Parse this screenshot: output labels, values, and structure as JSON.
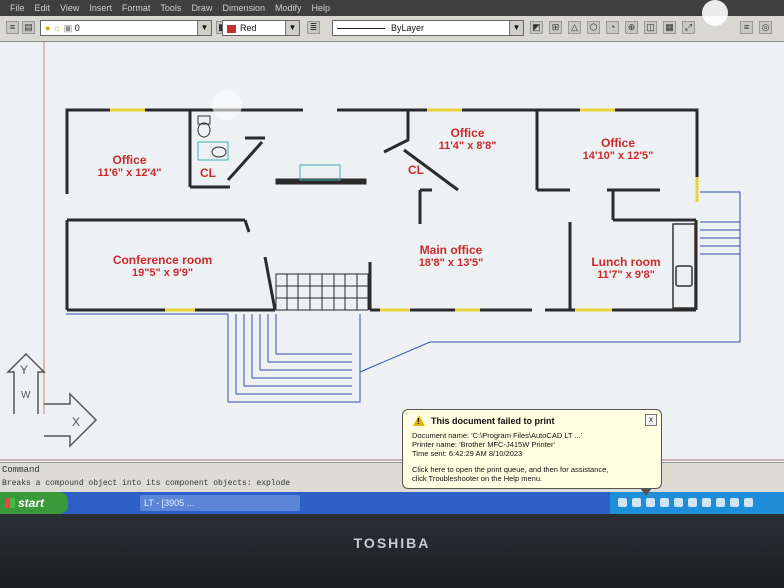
{
  "menu": [
    "File",
    "Edit",
    "View",
    "Insert",
    "Format",
    "Tools",
    "Draw",
    "Dimension",
    "Modify",
    "Help"
  ],
  "toolbar": {
    "layer_value": "0",
    "color_value": "Red",
    "linetype_value": "ByLayer"
  },
  "rooms": [
    {
      "name": "Office",
      "dims": "11'6\" x 12'4\""
    },
    {
      "name": "CL",
      "dims": ""
    },
    {
      "name": "Office",
      "dims": "11'4\" x 8'8\""
    },
    {
      "name": "CL",
      "dims": ""
    },
    {
      "name": "Office",
      "dims": "14'10\" x 12'5\""
    },
    {
      "name": "Conference room",
      "dims": "19\"5\" x 9'9\""
    },
    {
      "name": "Main office",
      "dims": "18'8\" x 13'5\""
    },
    {
      "name": "Lunch room",
      "dims": "11'7\" x 9'8\""
    }
  ],
  "ucs": {
    "y": "Y",
    "w": "W",
    "x": "X"
  },
  "command": {
    "label": "Command",
    "history": "Breaks a compound object into its component objects:  explode"
  },
  "taskbar": {
    "start_label": "start",
    "task_label": "LT - [3905 ..."
  },
  "notification": {
    "title": "This document failed to print",
    "document_name": "Document name: 'C:\\Program Files\\AutoCAD LT ...'",
    "printer_name": "Printer name: 'Brother MFC-J415W Printer'",
    "time_sent": "Time sent: 6:42:29 AM  8/10/2023",
    "help_text_1": "Click here to open the print queue, and then for assistance,",
    "help_text_2": "click Troubleshooter on the Help menu.",
    "close_symbol": "x"
  },
  "bezel": {
    "brand": "TOSHIBA"
  },
  "colors": {
    "label_red": "#cc2a2a",
    "wall": "#2b2b2b",
    "window_yellow": "#e8d23a",
    "stair_blue": "#3050b0",
    "balloon_bg": "#ffffe1",
    "taskbar_blue": "#2d5fc8",
    "start_green": "#3a9a3a"
  },
  "icons": [
    "warning-icon",
    "close-icon",
    "windows-logo-icon",
    "layer-icon",
    "bulb-icon",
    "sun-icon",
    "lock-icon",
    "toilet-icon",
    "sink-icon"
  ]
}
